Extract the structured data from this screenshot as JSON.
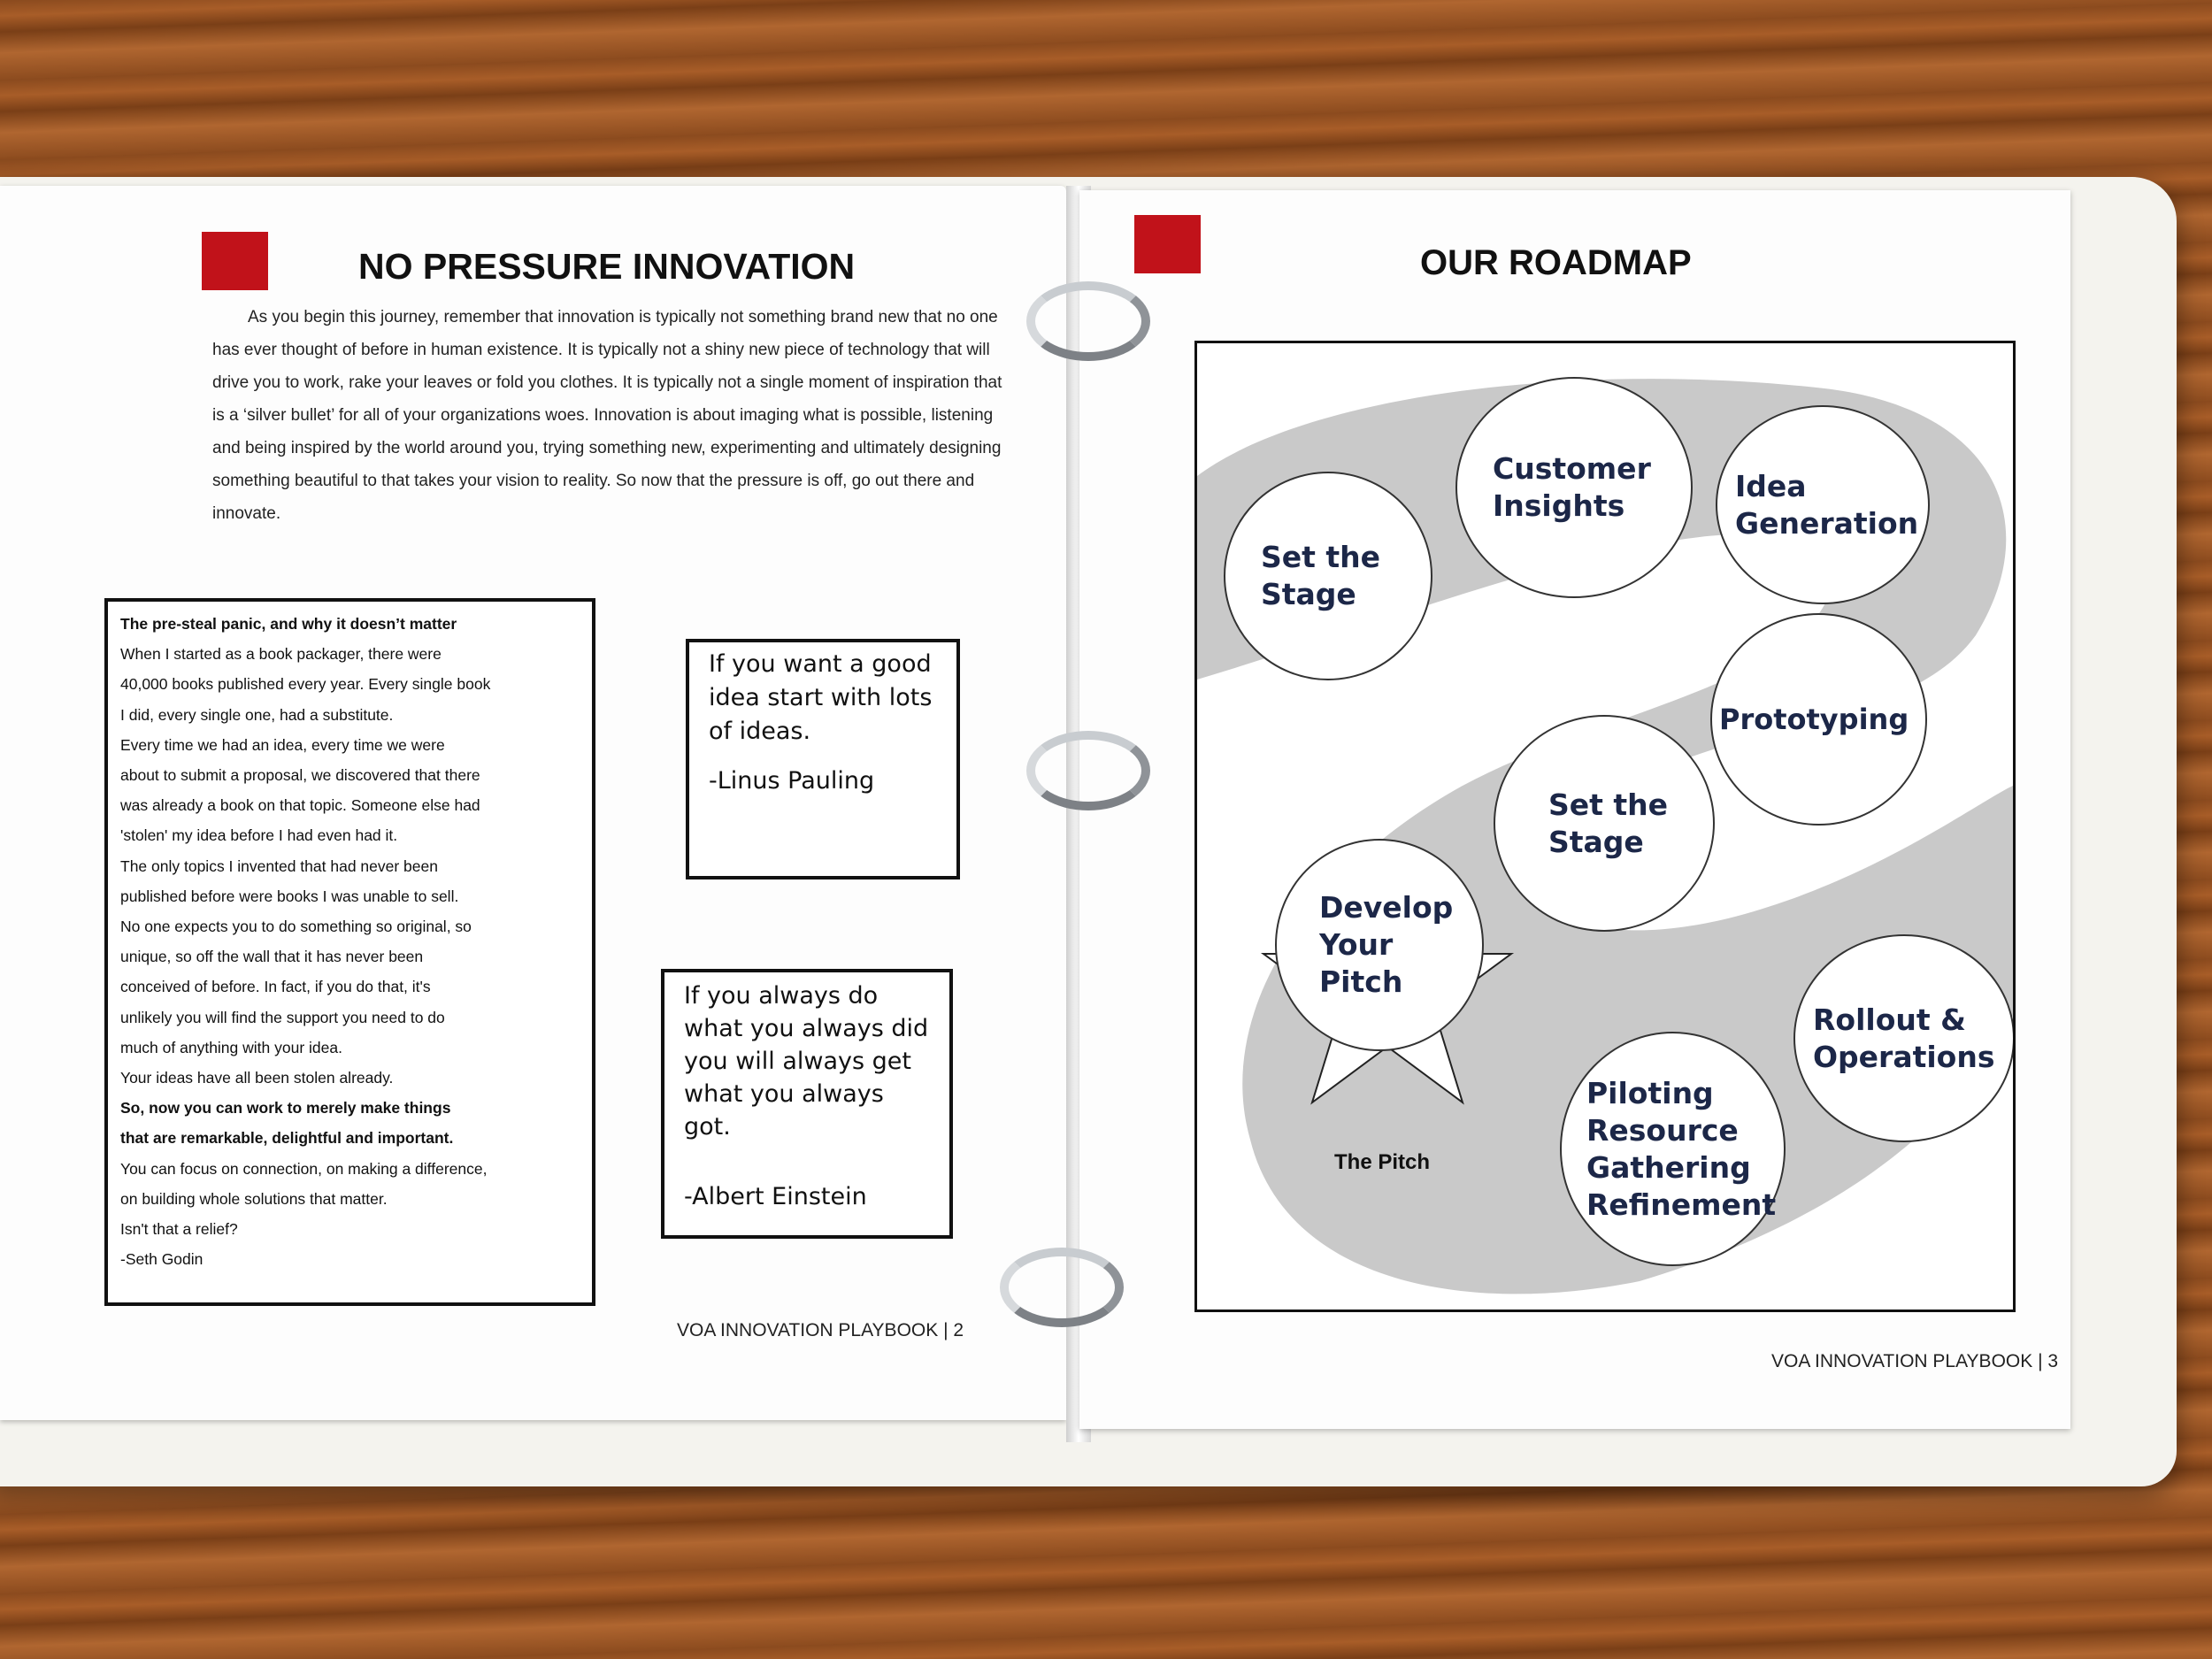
{
  "left_page": {
    "title": "NO PRESSURE INNOVATION",
    "intro_text": "As you begin this journey, remember that innovation is typically not something brand new that no one has ever thought of before in human existence.  It is typically not a shiny new piece of technology that will drive you to work, rake your leaves or fold you clothes.  It is typically not a single moment of inspiration that is a ‘silver bullet’ for all of your organizations woes.  Innovation is about imaging what is possible, listening and being inspired by the world around you, trying something new, experimenting and ultimately designing something beautiful to that takes your vision to reality.  So now that the pressure is off, go out there and innovate.",
    "panic_box": {
      "heading": "The pre-steal panic, and why it doesn’t matter",
      "lines": [
        "When I started as a book packager, there were",
        "40,000 books published every year. Every single book",
        "I did, every single one, had a substitute.",
        "Every time we had an idea, every time we were",
        "about to submit a proposal, we discovered that there",
        "was already a book on that topic. Someone else had",
        "'stolen' my idea before I had even had it.",
        "The only topics I invented that had never been",
        "published before were books I was unable to sell.",
        "No one expects you to do something so original, so",
        "unique, so off the wall that it has never been",
        "conceived of before. In fact, if you do that, it's",
        "unlikely you will find the support you need to do",
        "much of anything with your idea.",
        "Your ideas have all been stolen already."
      ],
      "bold_line_1": "So, now you can work to merely make things",
      "bold_line_2": "that are remarkable, delightful and important.",
      "closing_lines": [
        "You can focus on connection, on making a difference,",
        "on building whole solutions that matter.",
        "Isn't that a relief?",
        "-Seth Godin"
      ]
    },
    "quote1": {
      "text": "If you want a good idea start with lots of ideas.",
      "author": "-Linus Pauling"
    },
    "quote2": {
      "text": "If you always do what you always did you will always get what you always got.",
      "author": "-Albert Einstein"
    },
    "footer": "VOA INNOVATION PLAYBOOK | 2"
  },
  "right_page": {
    "title": "OUR ROADMAP",
    "nodes": {
      "set_stage_1": "Set the\nStage",
      "customer_insights": "Customer\nInsights",
      "idea_generation": "Idea\nGeneration",
      "prototyping": "Prototyping",
      "set_stage_2": "Set the\nStage",
      "develop_pitch": "Develop\nYour\nPitch",
      "rollout": "Rollout &\nOperations",
      "piloting": "Piloting\nResource\nGathering\nRefinement"
    },
    "star_label": "The Pitch",
    "footer": "VOA INNOVATION PLAYBOOK | 3"
  },
  "colors": {
    "red_square": "#c1121a",
    "node_text": "#1c2748",
    "road_gray": "#c9c9c9"
  }
}
